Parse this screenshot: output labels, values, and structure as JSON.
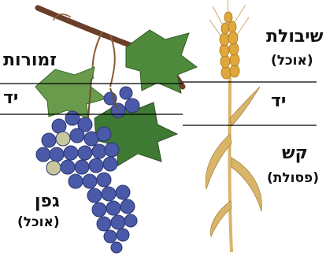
{
  "labels": {
    "grape_branches": "זמורות",
    "grape_handle": "יד",
    "grape_fruit": "גפן",
    "grape_fruit_note": "(אוכל)",
    "wheat_ear": "שיבולת",
    "wheat_ear_note": "(אוכל)",
    "wheat_handle": "יד",
    "wheat_stalk": "קש",
    "wheat_stalk_note": "(פסולת)"
  },
  "colors": {
    "grape": "#4a5aa8",
    "grape_light": "#c8c8a0",
    "leaf": "#4f8a3c",
    "vine": "#6b3e2a",
    "wheat": "#e0a83a",
    "straw": "#d9b56a",
    "line": "#000000"
  }
}
